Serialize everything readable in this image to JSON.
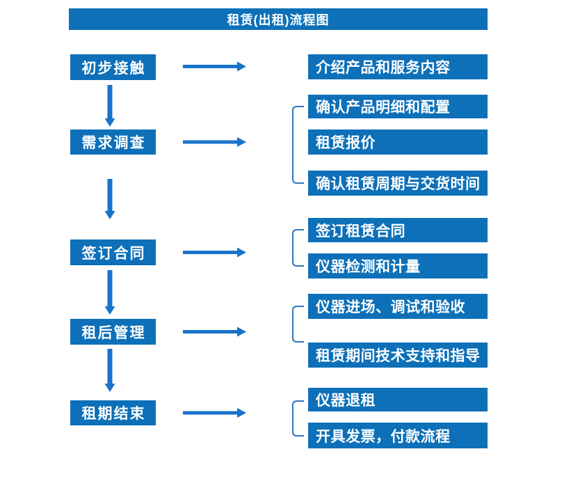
{
  "title": "租赁(出租)流程图",
  "colors": {
    "box-blue": "#0d70b8",
    "arrow-blue": "#1973c9",
    "bracket-blue": "#2f74c0",
    "box-text": "#ffffff",
    "page-bg": "#ffffff"
  },
  "steps": [
    {
      "label": "初步接触",
      "details": [
        "介绍产品和服务内容"
      ]
    },
    {
      "label": "需求调查",
      "details": [
        "确认产品明细和配置",
        "租赁报价",
        "确认租赁周期与交货时间"
      ]
    },
    {
      "label": "签订合同",
      "details": [
        "签订租赁合同",
        "仪器检测和计量"
      ]
    },
    {
      "label": "租后管理",
      "details": [
        "仪器进场、调试和验收",
        "租赁期间技术支持和指导"
      ]
    },
    {
      "label": "租期结束",
      "details": [
        "仪器退租",
        "开具发票，付款流程"
      ]
    }
  ]
}
